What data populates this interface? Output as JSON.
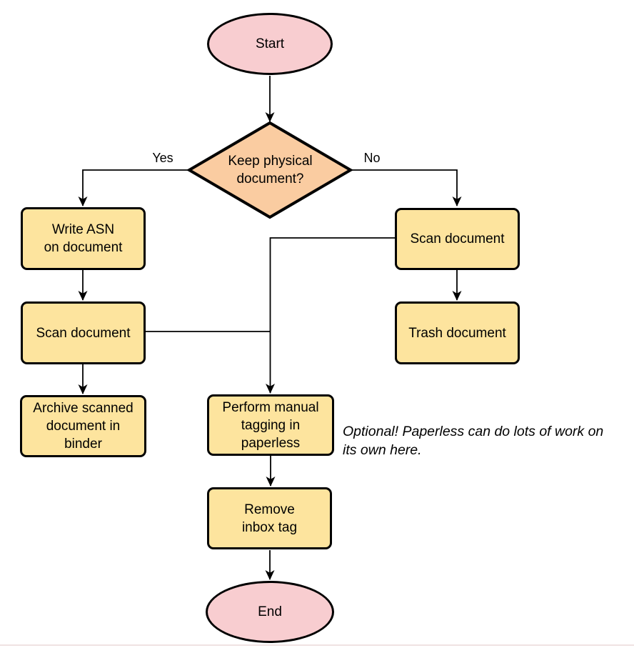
{
  "colors": {
    "terminal_fill": "#f8cdd0",
    "decision_fill": "#facca1",
    "process_fill": "#fde49e",
    "stroke": "#000000",
    "bottom_edge": "#f0e2e2"
  },
  "nodes": {
    "start": {
      "label": "Start"
    },
    "decision": {
      "label": "Keep physical\ndocument?"
    },
    "write_asn": {
      "label": "Write ASN\non document"
    },
    "scan_left": {
      "label": "Scan document"
    },
    "archive": {
      "label": "Archive scanned\ndocument in\nbinder"
    },
    "scan_right": {
      "label": "Scan document"
    },
    "trash": {
      "label": "Trash document"
    },
    "tagging": {
      "label": "Perform manual\ntagging in\npaperless"
    },
    "remove_inbox": {
      "label": "Remove\ninbox tag"
    },
    "end": {
      "label": "End"
    }
  },
  "edge_labels": {
    "yes": "Yes",
    "no": "No"
  },
  "annotation": {
    "text": "Optional! Paperless can do lots of work on\nits own here."
  }
}
